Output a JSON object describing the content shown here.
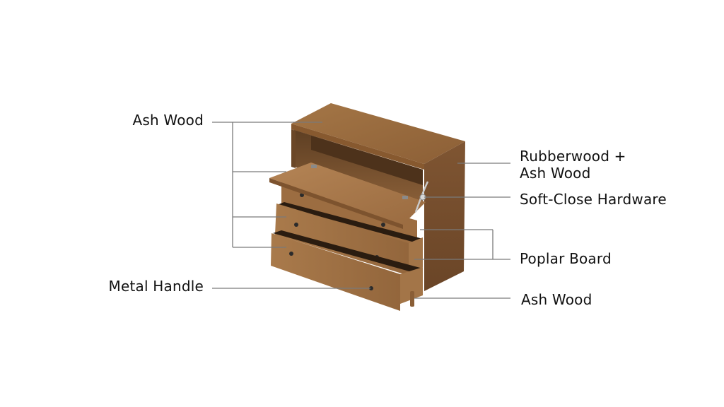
{
  "diagram": {
    "subject": "Wooden chest of drawers with drop-front top compartment",
    "colors": {
      "background": "#ffffff",
      "wood_light": "#a9794a",
      "wood_mid": "#8f6137",
      "wood_dark": "#6e4826",
      "interior": "#7a5330",
      "handle": "#2b2b2b",
      "leader_line": "#7a7a7a",
      "text": "#111111"
    },
    "callouts_left": [
      {
        "id": "ash-wood-top",
        "label": "Ash Wood",
        "targets": [
          "top panel",
          "drop-front lid",
          "middle drawer front",
          "bottom drawer front"
        ]
      },
      {
        "id": "metal-handle",
        "label": "Metal Handle",
        "targets": [
          "drawer knob"
        ]
      }
    ],
    "callouts_right": [
      {
        "id": "rubberwood-ash",
        "label_line1": "Rubberwood +",
        "label_line2": "Ash Wood",
        "targets": [
          "side panel"
        ]
      },
      {
        "id": "soft-close",
        "label": "Soft-Close Hardware",
        "targets": [
          "lid stay hinge"
        ]
      },
      {
        "id": "poplar-board",
        "label": "Poplar Board",
        "targets": [
          "drawer side 1",
          "drawer side 2"
        ]
      },
      {
        "id": "ash-wood-leg",
        "label": "Ash Wood",
        "targets": [
          "leg"
        ]
      }
    ]
  }
}
